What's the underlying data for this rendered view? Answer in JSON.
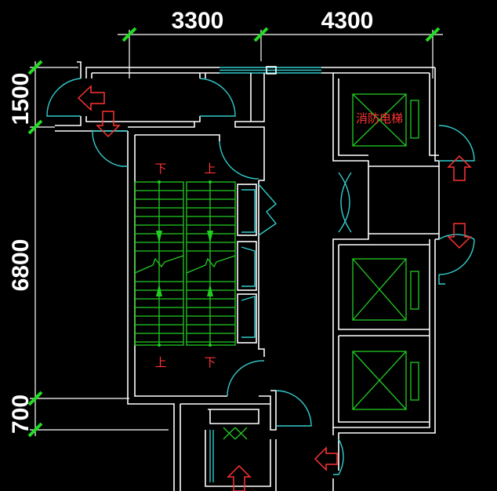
{
  "dimensions": {
    "top": [
      "3300",
      "4300"
    ],
    "left": [
      "1500",
      "6800",
      "700"
    ]
  },
  "stairs": {
    "top_left": "下",
    "top_right": "上",
    "bottom_left": "上",
    "bottom_right": "下"
  },
  "elevator": {
    "fire_elevator_label": "消防电梯"
  },
  "colors": {
    "background": "#000000",
    "wall": "#ffffff",
    "dimension_tick": "#22dd22",
    "door": "#33cccc",
    "stair": "#22cc22",
    "label": "#ff3333"
  }
}
